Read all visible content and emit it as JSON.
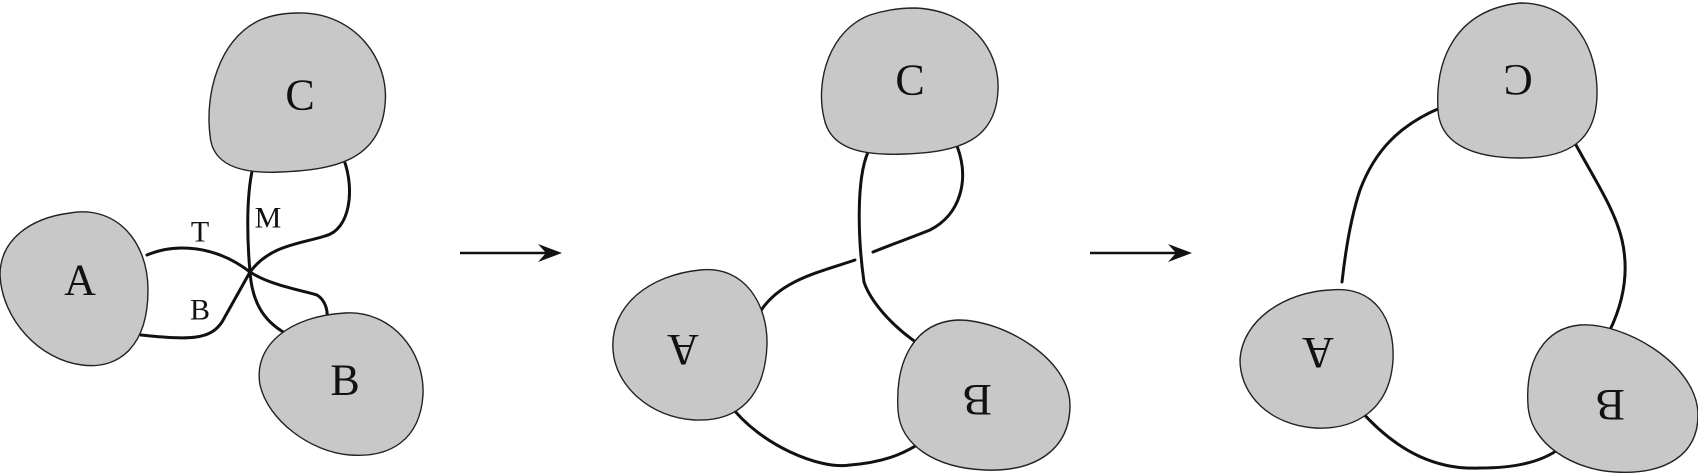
{
  "panels": [
    {
      "blobs": {
        "a": "A",
        "b": "B",
        "c": "C"
      },
      "strands": {
        "t": "T",
        "m": "M",
        "b": "B"
      }
    },
    {
      "blobs": {
        "a": "A",
        "b": "B",
        "c": "C"
      }
    },
    {
      "blobs": {
        "a": "A",
        "b": "B",
        "c": "C"
      }
    }
  ],
  "colors": {
    "blob_fill": "#c8c8c8",
    "stroke": "#111111",
    "background": "#ffffff"
  },
  "arrows": [
    "arrow-right",
    "arrow-right"
  ]
}
